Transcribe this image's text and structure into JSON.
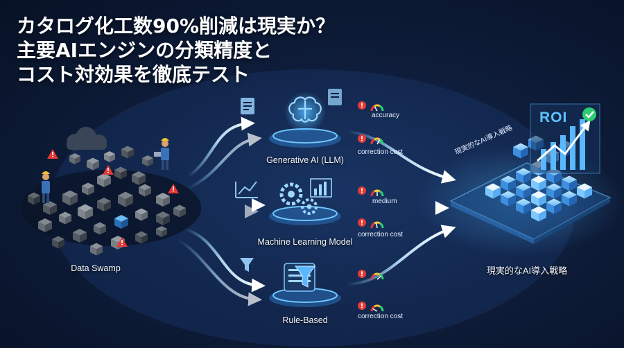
{
  "title": {
    "line1": "カタログ化工数90%削減は現実か？",
    "line2": "主要AIエンジンの分類精度と",
    "line3": "コスト対効果を徹底テスト"
  },
  "source": {
    "label": "Data Swamp"
  },
  "engines": [
    {
      "label": "Generative AI (LLM)",
      "icon": "brain-icon"
    },
    {
      "label": "Machine Learning Model",
      "icon": "gears-chart-icon"
    },
    {
      "label": "Rule-Based",
      "icon": "filter-list-icon"
    }
  ],
  "metrics": {
    "llm_accuracy": "accuracy",
    "llm_correction_cost": "correction cost",
    "ml_medium": "medium",
    "ml_correction_cost": "correction cost",
    "rule_correction_cost": "correction cost"
  },
  "destination": {
    "label": "現実的なAI導入戦略",
    "diagonal_label": "現実的なAI導入戦略",
    "roi": "ROI"
  },
  "colors": {
    "background": "#0e1d3b",
    "accent": "#3fa9ff",
    "warning": "#e53935",
    "success": "#2ecc71",
    "text": "#ffffff"
  }
}
